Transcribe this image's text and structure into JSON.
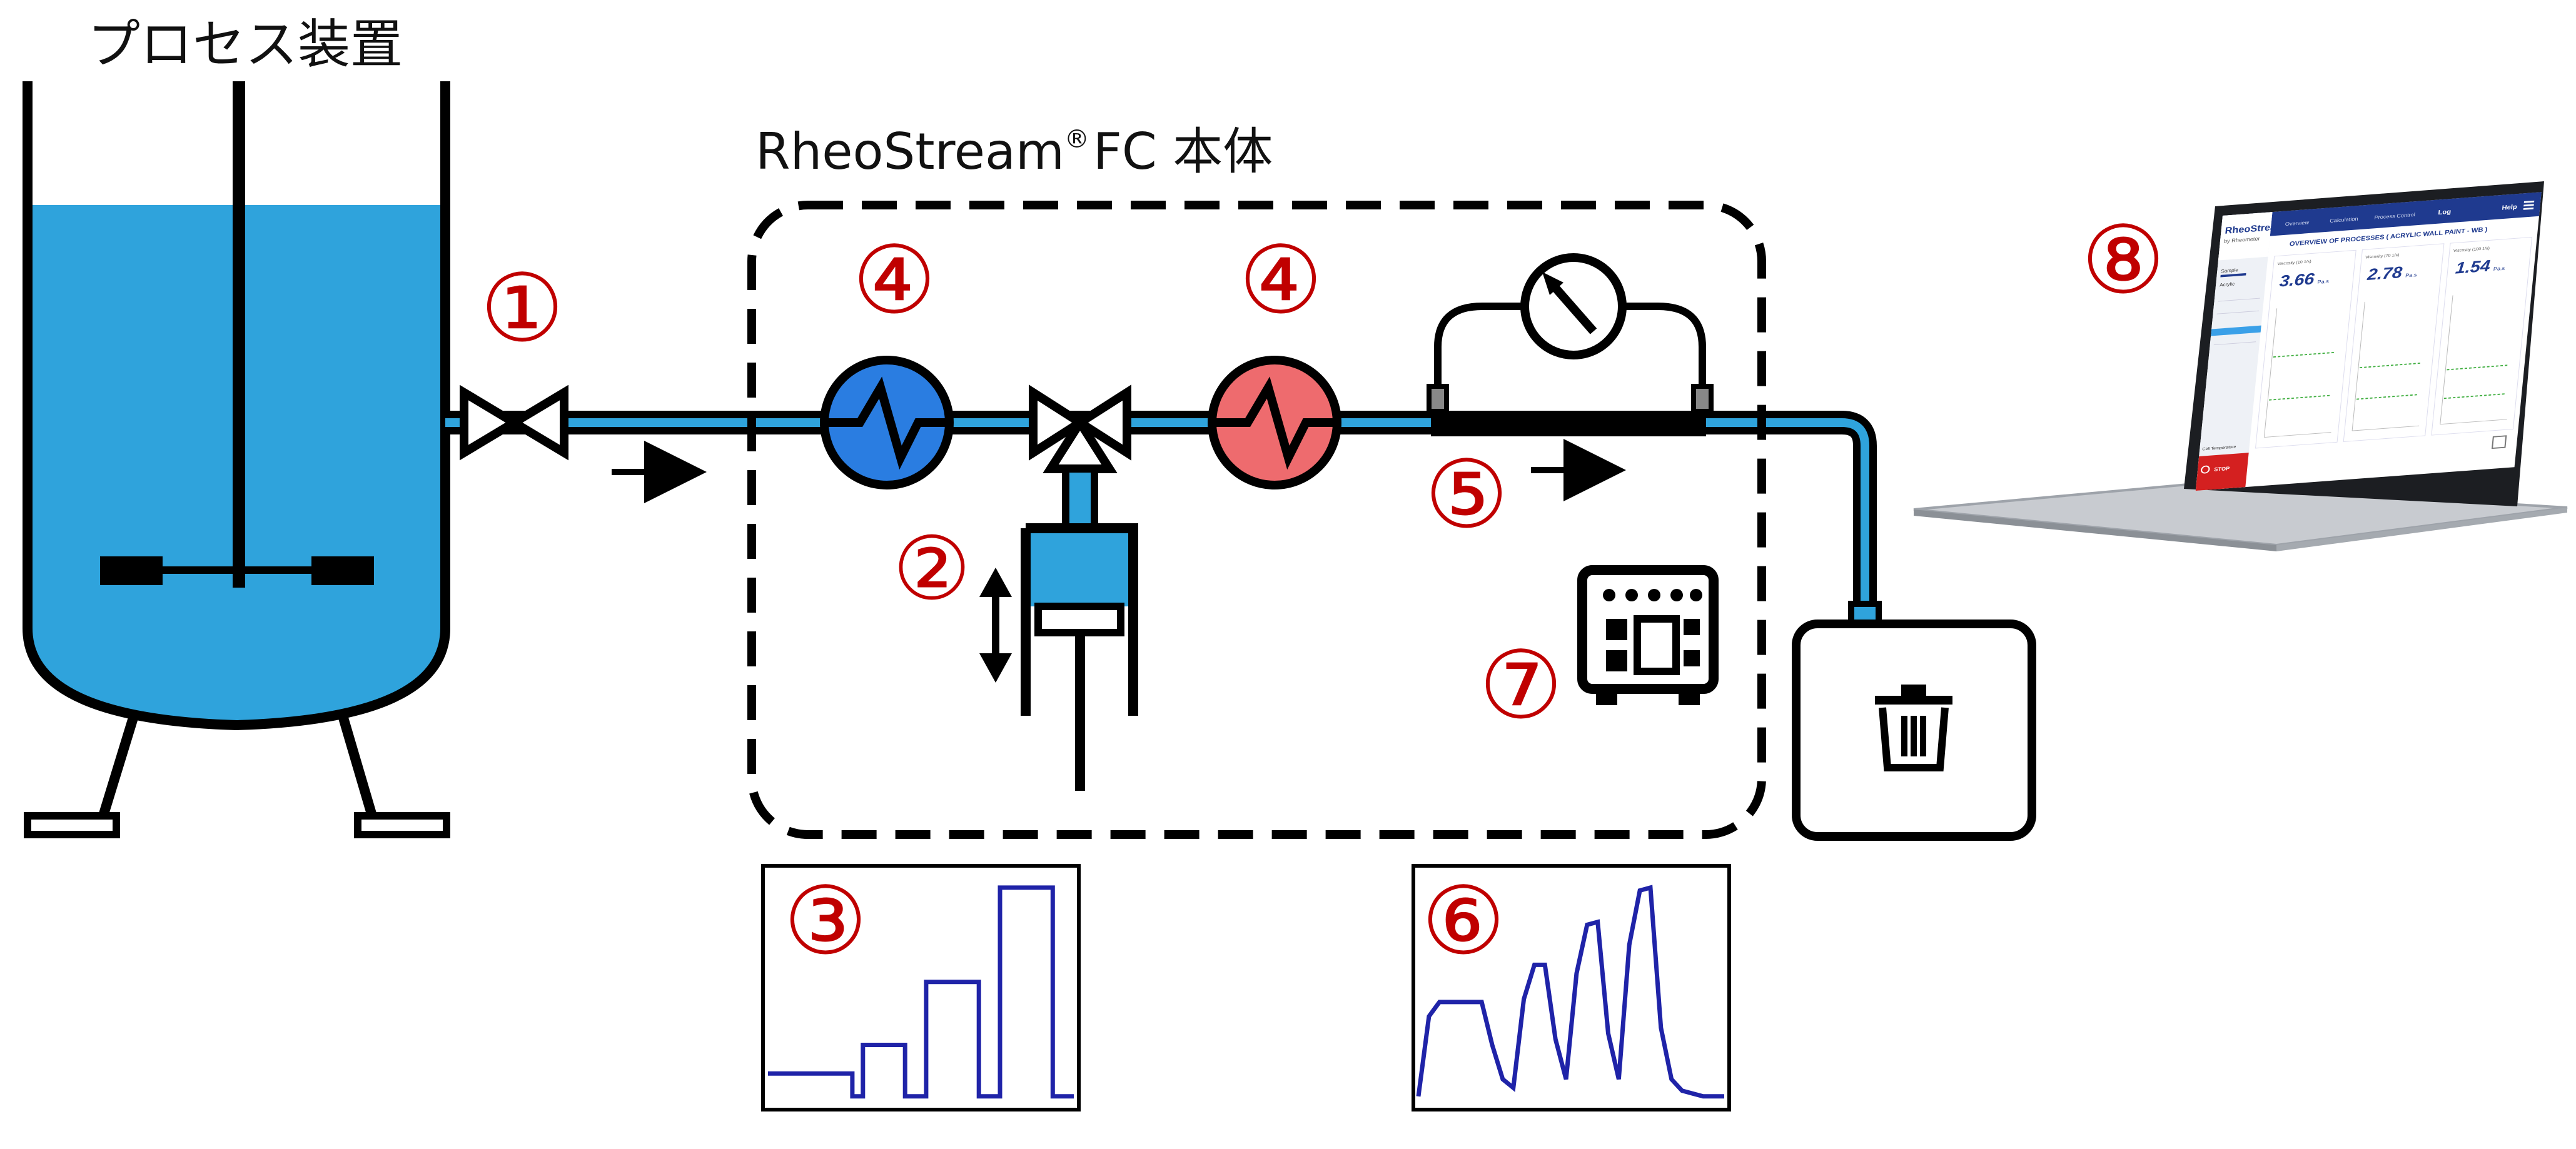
{
  "labels": {
    "vessel": "プロセス装置",
    "unit_name": "RheoStream",
    "unit_reg": "®",
    "unit_suffix": "FC 本体"
  },
  "markers": [
    "①",
    "②",
    "③",
    "④",
    "④",
    "⑤",
    "⑥",
    "⑦",
    "⑧"
  ],
  "colors": {
    "liquid": "#2fa3dc",
    "heater_cold": "#2a7de1",
    "heater_hot": "#ee6b6e",
    "marker": "#c00000",
    "trace": "#1f23a8",
    "stroke": "#000000"
  },
  "icons": [
    "stirred-tank-icon",
    "valve-icon",
    "three-way-valve-icon",
    "piston-pump-icon",
    "heat-exchanger-icon",
    "pressure-gauge-icon",
    "controller-board-icon",
    "waste-bin-icon",
    "laptop-icon"
  ],
  "chart_data": [
    {
      "type": "line",
      "x": [
        0,
        1,
        2,
        3,
        4,
        5,
        6,
        7,
        8,
        9,
        10,
        11,
        12,
        13,
        14,
        15,
        16,
        17,
        18,
        19,
        20,
        21,
        22,
        23,
        24,
        25,
        26,
        27,
        28,
        29
      ],
      "series": [
        {
          "values": [
            1,
            1,
            1,
            1,
            1,
            1,
            1,
            1,
            0.2,
            2,
            2,
            2,
            2,
            0.2,
            0.2,
            4.2,
            4.2,
            4.2,
            4.2,
            4.2,
            0.2,
            0.2,
            7.5,
            7.5,
            7.5,
            7.5,
            7.5,
            0.2,
            0.2,
            0.2
          ]
        }
      ]
    },
    {
      "type": "line",
      "x": [
        0,
        1,
        2,
        3,
        4,
        5,
        6,
        7,
        8,
        9,
        10,
        11,
        12,
        13,
        14,
        15,
        16,
        17,
        18,
        19,
        20,
        21,
        22,
        23,
        24,
        25,
        26,
        27,
        28,
        29
      ],
      "series": [
        {
          "values": [
            0.2,
            3,
            3.5,
            3.5,
            3.5,
            3.5,
            3.5,
            2,
            0.8,
            0.5,
            3.6,
            4.8,
            4.8,
            2.2,
            0.8,
            4.5,
            6.2,
            6.3,
            2.4,
            0.8,
            5.5,
            7.4,
            7.5,
            2.6,
            0.8,
            0.4,
            0.3,
            0.2,
            0.2,
            0.2
          ]
        }
      ]
    }
  ],
  "laptop": {
    "brand": "RheoStream",
    "brand_sub": "by Rheometer",
    "nav": [
      "Overview",
      "Calculation",
      "Process Control",
      "Log",
      "Help"
    ],
    "title": "OVERVIEW OF PROCESSES ( ACRYLIC WALL PAINT - WB )",
    "tiles": [
      {
        "label": "Viscosity (10 1/s)",
        "value": "3.66",
        "unit": "Pa.s"
      },
      {
        "label": "Viscosity (70 1/s)",
        "value": "2.78",
        "unit": "Pa.s"
      },
      {
        "label": "Viscosity (100 1/s)",
        "value": "1.54",
        "unit": "Pa.s"
      }
    ],
    "side": [
      "Sample",
      "Acrylic",
      "Cell Temperature"
    ],
    "stop": "STOP"
  }
}
